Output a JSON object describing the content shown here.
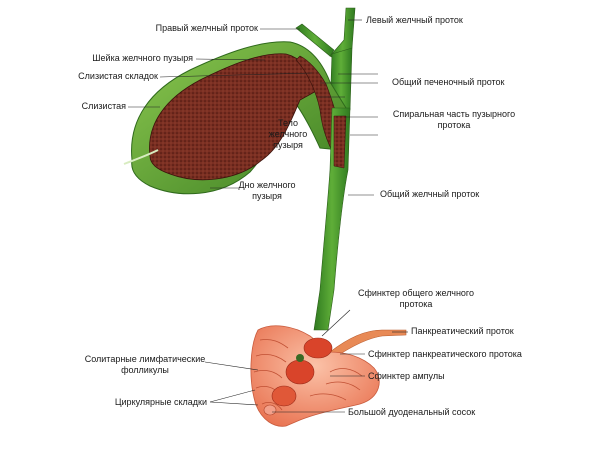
{
  "labels": {
    "right_hepatic_duct": "Правый желчный проток",
    "left_hepatic_duct": "Левый желчный проток",
    "gallbladder_neck": "Шейка желчного пузыря",
    "mucosal_fold": "Слизистая складок",
    "common_hepatic_duct": "Общий печеночный проток",
    "mucosa": "Слизистая",
    "spiral_part": "Спиральная часть пузырного\nпротока",
    "gallbladder_body": "Тело\nжелчного\nпузыря",
    "gallbladder_fundus": "Дно желчного\nпузыря",
    "common_bile_duct": "Общий желчный проток",
    "sphincter_common_bile_duct": "Сфинктер общего желчного\nпротока",
    "pancreatic_duct": "Панкреатический проток",
    "solitary_lymph_follicles": "Солитарные лимфатические\nфолликулы",
    "sphincter_pancreatic_duct": "Сфинктер панкреатического протока",
    "sphincter_ampulla": "Сфинктер ампулы",
    "circular_folds": "Циркулярные складки",
    "major_duodenal_papilla": "Большой дуоденальный сосок"
  },
  "colors": {
    "duct_green": "#3f8f2a",
    "gallbladder_wall_green": "#5aa030",
    "mucosa_brown": "#7a2f22",
    "duodenum_salmon": "#f08a6a",
    "sphincter_red": "#d9442a"
  }
}
